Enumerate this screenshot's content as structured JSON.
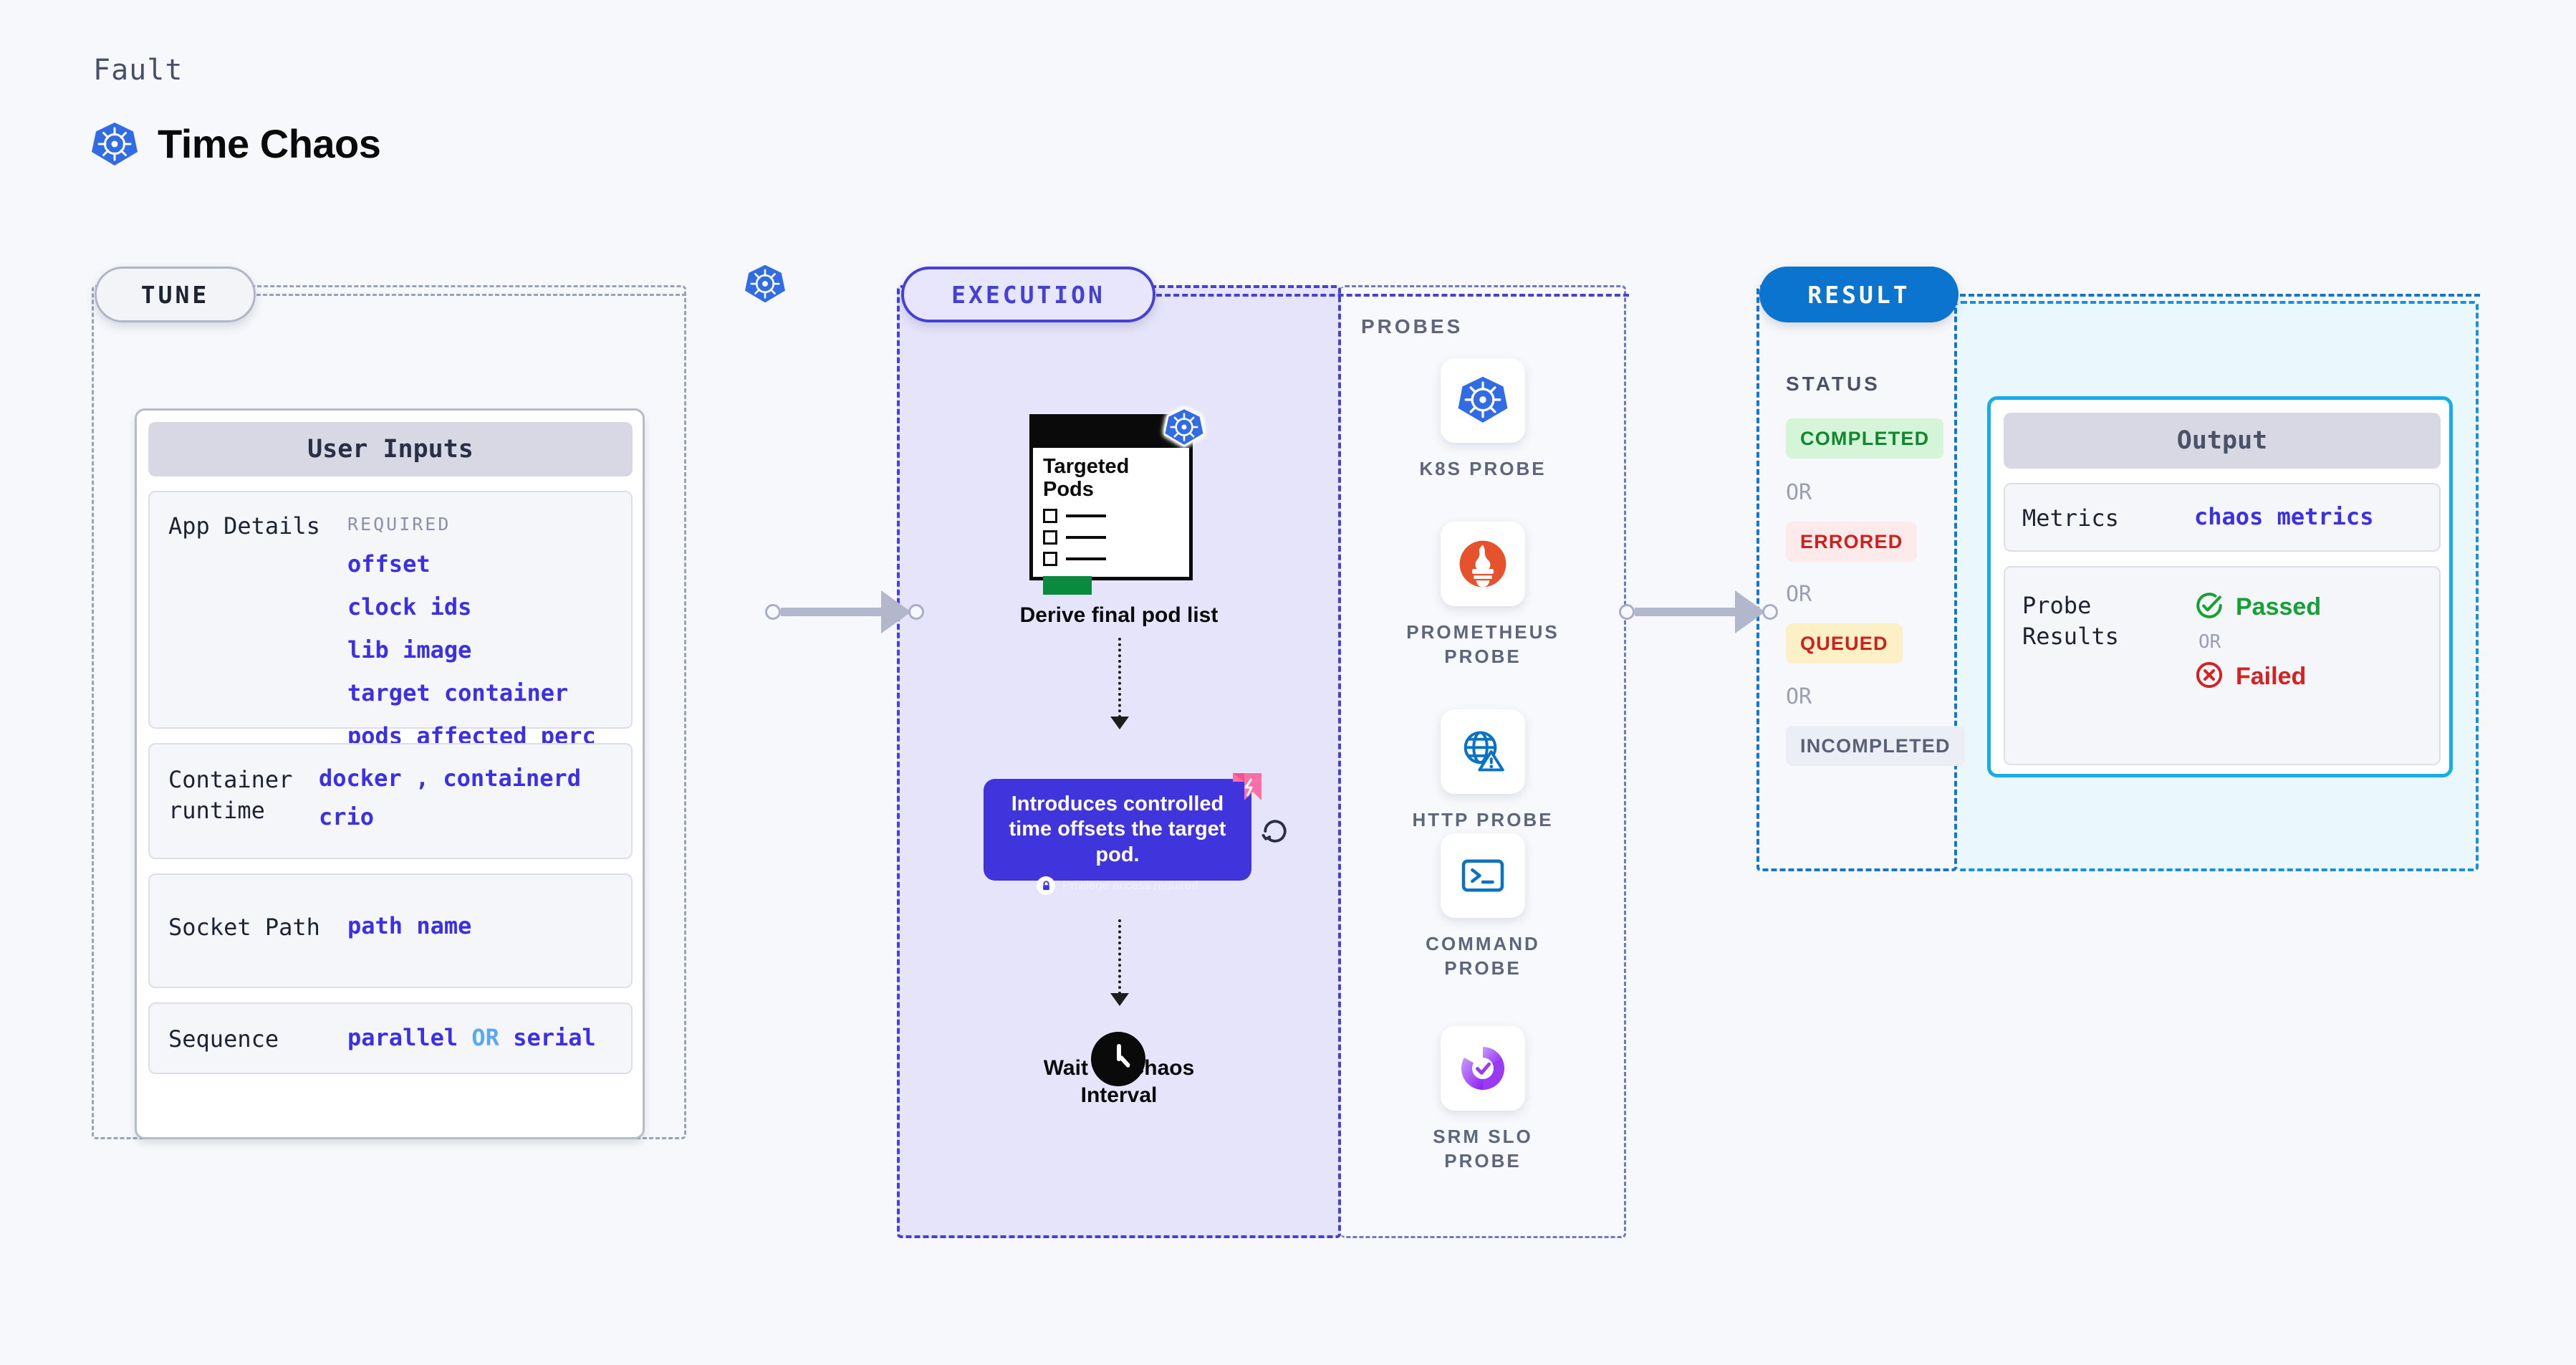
{
  "header": {
    "eyebrow": "Fault",
    "title": "Time Chaos",
    "icon": "kubernetes-helm-icon"
  },
  "regions": {
    "tune": {
      "pill_label": "TUNE"
    },
    "execution": {
      "pill_label": "EXECUTION"
    },
    "result": {
      "pill_label": "RESULT"
    },
    "probes": {
      "title": "PROBES"
    }
  },
  "user_inputs": {
    "card_title": "User Inputs",
    "rows": [
      {
        "label": "App Details",
        "required_label": "REQUIRED",
        "values": [
          "offset",
          "clock ids",
          "lib image",
          "target container",
          "pods affected perc"
        ]
      },
      {
        "label": "Container runtime",
        "values": [
          "docker , containerd",
          "crio"
        ]
      },
      {
        "label": "Socket Path",
        "values": [
          "path name"
        ]
      },
      {
        "label": "Sequence",
        "value_a": "parallel",
        "value_or": "OR",
        "value_b": "serial"
      }
    ]
  },
  "execution": {
    "pods_card": {
      "title_line1": "Targeted",
      "title_line2": "Pods",
      "badge_icon": "kubernetes-helm-icon"
    },
    "caption_derive": "Derive final pod list",
    "tooltip": {
      "text": "Introduces controlled time offsets the target pod.",
      "note": "Privilege access required",
      "note_icon": "lock-icon",
      "ribbon_icon": "ribbon-icon",
      "refresh_icon": "refresh-icon",
      "color": "#4034dd"
    },
    "caption_wait_line1": "Wait for Chaos",
    "caption_wait_line2": "Interval",
    "clock_icon": "clock-icon"
  },
  "probes": [
    {
      "label": "K8S PROBE",
      "icon": "kubernetes-helm-icon"
    },
    {
      "label": "PROMETHEUS PROBE",
      "icon": "prometheus-torch-icon"
    },
    {
      "label": "HTTP PROBE",
      "icon": "globe-warning-icon"
    },
    {
      "label": "COMMAND PROBE",
      "icon": "terminal-icon"
    },
    {
      "label": "SRM SLO PROBE",
      "icon": "slo-check-icon"
    }
  ],
  "result": {
    "status_title": "STATUS",
    "or_label": "OR",
    "statuses": [
      {
        "label": "COMPLETED",
        "bg": "#d4f5d8",
        "fg": "#12872f"
      },
      {
        "label": "ERRORED",
        "bg": "#fdeaea",
        "fg": "#cf2020"
      },
      {
        "label": "QUEUED",
        "bg": "#fcf0c6",
        "fg": "#cf2020"
      },
      {
        "label": "INCOMPLETED",
        "bg": "#eceef5",
        "fg": "#5a6076"
      }
    ]
  },
  "output": {
    "card_title": "Output",
    "metrics_label": "Metrics",
    "metrics_value": "chaos metrics",
    "probe_results_label": "Probe Results",
    "passed_label": "Passed",
    "failed_label": "Failed",
    "or_label": "OR",
    "passed_icon": "check-circle-icon",
    "failed_icon": "x-circle-icon",
    "accent": "#17aee8"
  }
}
